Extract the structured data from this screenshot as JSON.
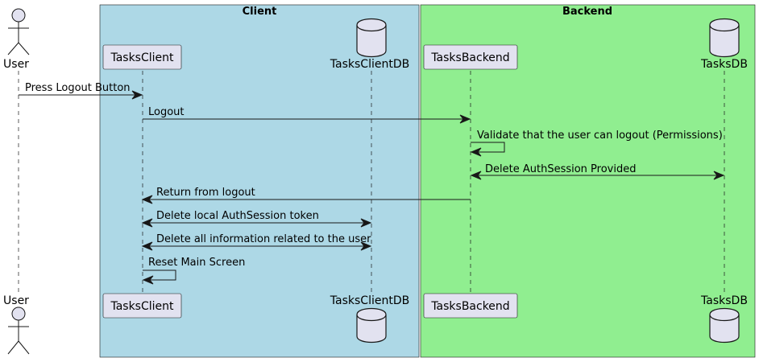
{
  "boxes": {
    "client": {
      "title": "Client",
      "color": "#ADD8E6"
    },
    "backend": {
      "title": "Backend",
      "color": "#90EE90"
    }
  },
  "participants": {
    "user": {
      "label": "User",
      "shape": "actor-icon"
    },
    "tasks_client": {
      "label": "TasksClient",
      "shape": "participant-box"
    },
    "tasks_client_db": {
      "label": "TasksClientDB",
      "shape": "database-icon"
    },
    "tasks_backend": {
      "label": "TasksBackend",
      "shape": "participant-box"
    },
    "tasks_db": {
      "label": "TasksDB",
      "shape": "database-icon"
    }
  },
  "messages": [
    {
      "label": "Press Logout Button",
      "from": "user",
      "to": "tasks_client",
      "style": "single"
    },
    {
      "label": "Logout",
      "from": "tasks_client",
      "to": "tasks_backend",
      "style": "single"
    },
    {
      "label": "Validate that the user can logout (Permissions)",
      "from": "tasks_backend",
      "to": "tasks_backend",
      "style": "self"
    },
    {
      "label": "Delete AuthSession Provided",
      "from": "tasks_backend",
      "to": "tasks_db",
      "style": "double"
    },
    {
      "label": "Return from logout",
      "from": "tasks_backend",
      "to": "tasks_client",
      "style": "single"
    },
    {
      "label": "Delete local AuthSession token",
      "from": "tasks_client",
      "to": "tasks_client_db",
      "style": "double"
    },
    {
      "label": "Delete all information related to the user",
      "from": "tasks_client",
      "to": "tasks_client_db",
      "style": "double"
    },
    {
      "label": "Reset Main Screen",
      "from": "tasks_client",
      "to": "tasks_client",
      "style": "self"
    }
  ]
}
